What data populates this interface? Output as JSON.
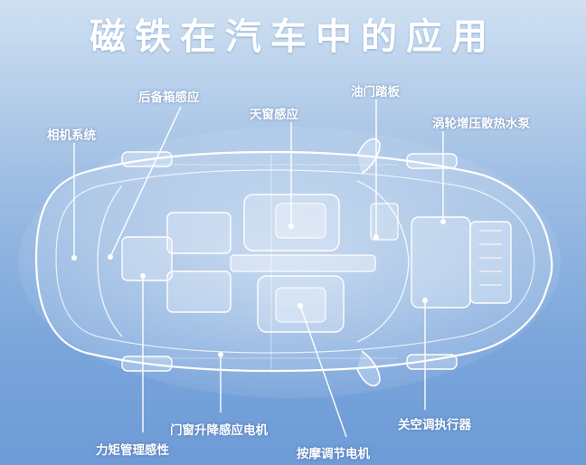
{
  "title": "磁铁在汽车中的应用",
  "labels": {
    "camera_system": "相机系统",
    "trunk_sensor": "后备箱感应",
    "sunroof_sensor": "天窗感应",
    "throttle_pedal": "油门踏板",
    "turbo_pump": "涡轮增压散热水泵",
    "window_motor": "门窗升降感应电机",
    "torque_sensor": "力矩管理感性",
    "massage_motor": "按摩调节电机",
    "ac_actuator": "关空调执行器"
  },
  "colors": {
    "background_top": "#cfe0f2",
    "background_bottom": "#6d9bd6",
    "text": "#ffffff",
    "leader_line": "#ffffff"
  }
}
